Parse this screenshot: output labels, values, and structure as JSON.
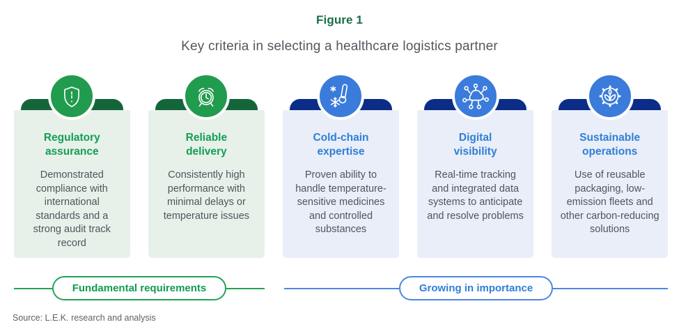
{
  "header": {
    "figure_label": "Figure 1",
    "title": "Key criteria in selecting a healthcare logistics partner"
  },
  "cards": [
    {
      "icon": "shield-exclamation-icon",
      "theme": "green",
      "title": "Regulatory\nassurance",
      "description": "Demonstrated compliance with international standards and a strong audit track record"
    },
    {
      "icon": "alarm-clock-icon",
      "theme": "green",
      "title": "Reliable\ndelivery",
      "description": "Consistently high performance with minimal delays or temperature issues"
    },
    {
      "icon": "snowflake-thermometer-icon",
      "theme": "blue",
      "title": "Cold-chain\nexpertise",
      "description": "Proven ability to handle temperature-sensitive medicines and controlled substances"
    },
    {
      "icon": "cloud-network-icon",
      "theme": "blue",
      "title": "Digital\nvisibility",
      "description": "Real-time tracking and integrated data systems to anticipate and resolve problems"
    },
    {
      "icon": "gear-leaf-icon",
      "theme": "blue",
      "title": "Sustainable\noperations",
      "description": "Use of reusable packaging, low-emission fleets and other carbon-reducing solutions"
    }
  ],
  "groups": [
    {
      "label": "Fundamental requirements",
      "theme": "green"
    },
    {
      "label": "Growing in importance",
      "theme": "blue"
    }
  ],
  "source": "Source: L.E.K. research and analysis",
  "colors": {
    "green_dark": "#14663a",
    "green_circle": "#219b4d",
    "green_card_bg": "#e7f1ea",
    "green_accent": "#149e52",
    "blue_dark": "#0b2d87",
    "blue_circle": "#3a7bdb",
    "blue_card_bg": "#e9eef9",
    "blue_accent": "#2f7fd4",
    "figure_label_green": "#176f45",
    "body_text": "#50555b"
  }
}
